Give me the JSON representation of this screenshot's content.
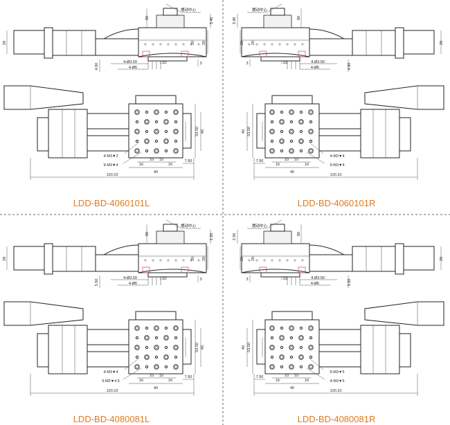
{
  "sheet": {
    "accent_color": "#e07a1f",
    "models": [
      {
        "id": "q1",
        "mirror": false,
        "caption": "LDD-BD-4060101L",
        "top_labels": [
          "80",
          "3.40",
          "20",
          "28",
          "4.60",
          "3",
          "20",
          "4-Ø3.50",
          "4-Ø6",
          "□32",
          "摆动中心"
        ],
        "plan_labels": [
          "4-M3▼2",
          "9-M3▼4",
          "53.50",
          "40",
          "16",
          "10",
          "10",
          "16",
          "40",
          "7.50",
          "120.10"
        ]
      },
      {
        "id": "q2",
        "mirror": true,
        "caption": "LDD-BD-4060101R",
        "top_labels": [
          "80",
          "3.40",
          "20",
          "28",
          "4.60",
          "3",
          "20",
          "4-Ø3.50",
          "4-Ø6",
          "□32",
          "摆动中心"
        ],
        "plan_labels": [
          "4-M3▼4",
          "9-M3▼4",
          "53.50",
          "40",
          "16",
          "10",
          "10",
          "16",
          "40",
          "7.50",
          "120.10"
        ]
      },
      {
        "id": "q3",
        "mirror": false,
        "caption": "LDD-BD-4080081L",
        "top_labels": [
          "80",
          "2.50",
          "20",
          "28",
          "5.50",
          "3",
          "20",
          "4-Ø3.50",
          "4-Ø6",
          "□32",
          "摆动中心"
        ],
        "plan_labels": [
          "4-M3▼4",
          "9-M3▼4.5",
          "53.50",
          "40",
          "16",
          "10",
          "10",
          "16",
          "40",
          "7.50",
          "120.10"
        ]
      },
      {
        "id": "q4",
        "mirror": true,
        "caption": "LDD-BD-4080081R",
        "top_labels": [
          "80",
          "2.50",
          "20",
          "28",
          "5.50",
          "3",
          "20",
          "4-Ø3.50",
          "4-Ø6",
          "□32",
          "摆动中心"
        ],
        "plan_labels": [
          "9-M3▼5",
          "4-M3▼5",
          "53.50",
          "40",
          "16",
          "10",
          "10",
          "16",
          "40",
          "7.50",
          "120.10"
        ]
      }
    ]
  }
}
